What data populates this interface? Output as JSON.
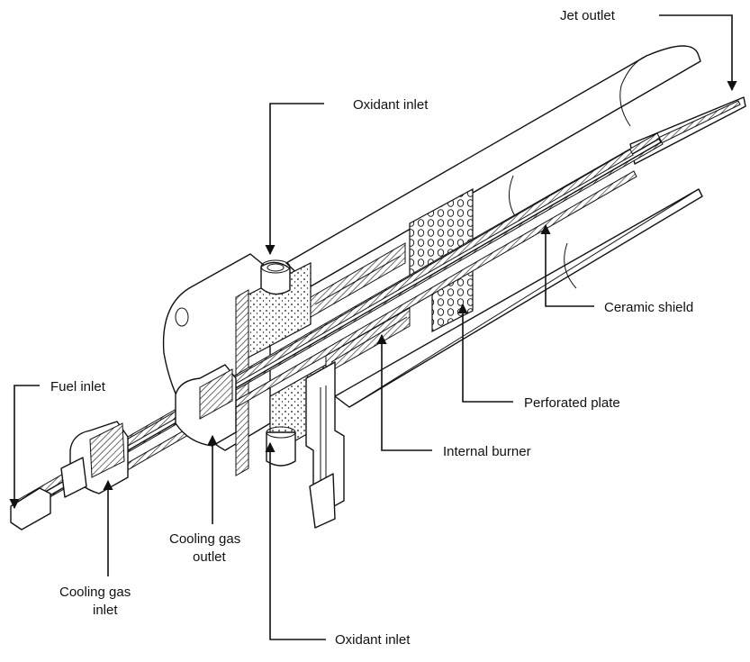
{
  "labels": {
    "jet_outlet": "Jet outlet",
    "oxidant_inlet_top": "Oxidant inlet",
    "ceramic_shield": "Ceramic shield",
    "perforated_plate": "Perforated plate",
    "internal_burner": "Internal burner",
    "fuel_inlet": "Fuel inlet",
    "cooling_gas_outlet_line1": "Cooling gas",
    "cooling_gas_outlet_line2": "outlet",
    "cooling_gas_inlet_line1": "Cooling gas",
    "cooling_gas_inlet_line2": "inlet",
    "oxidant_inlet_bottom": "Oxidant inlet"
  },
  "colors": {
    "line": "#111111",
    "background": "#ffffff"
  }
}
